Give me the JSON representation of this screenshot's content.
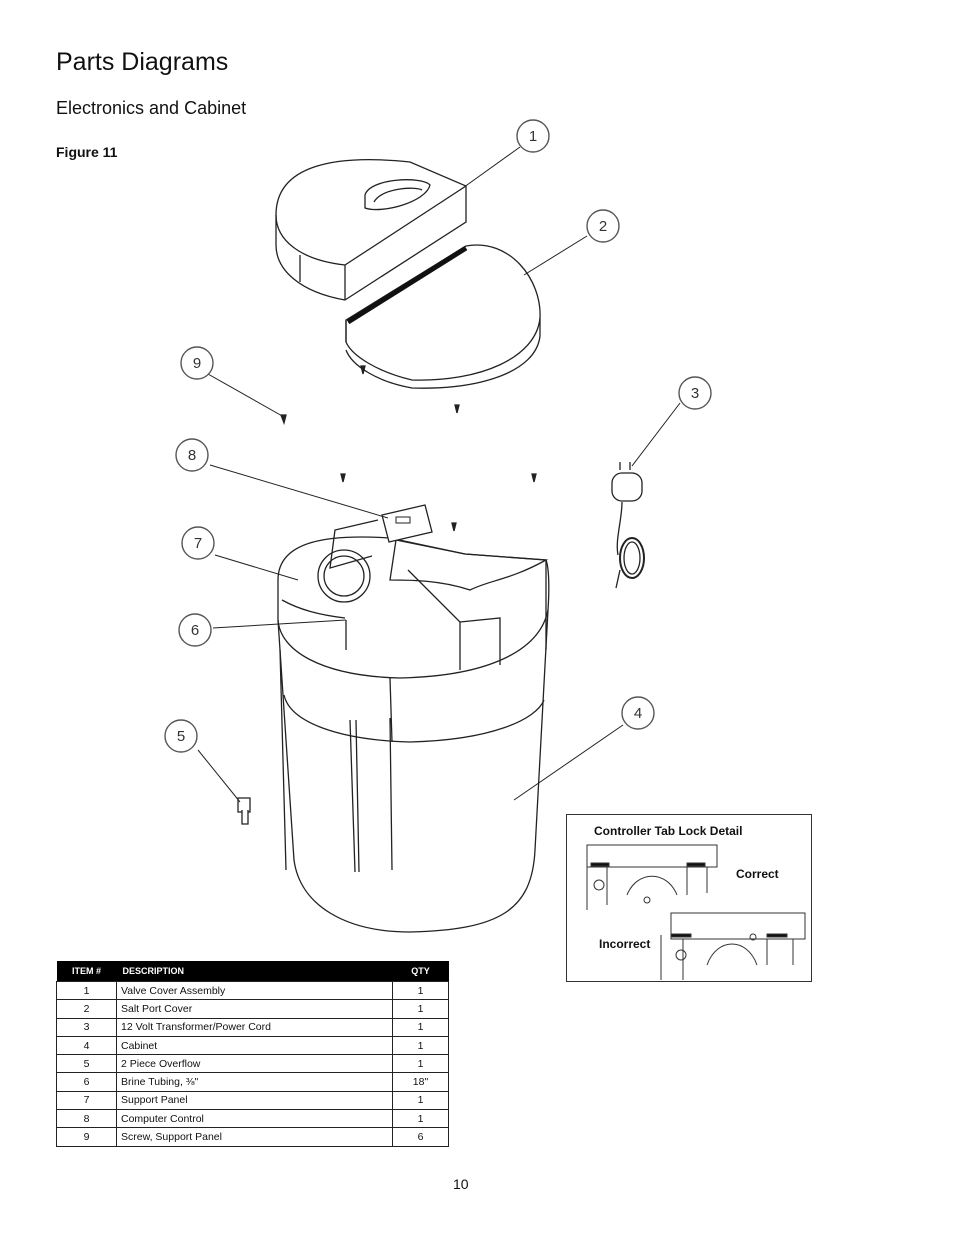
{
  "page": {
    "title": "Parts Diagrams",
    "subtitle": "Electronics and Cabinet",
    "figure_label": "Figure 11",
    "page_number": "10"
  },
  "callouts": [
    "1",
    "2",
    "3",
    "4",
    "5",
    "6",
    "7",
    "8",
    "9"
  ],
  "detail": {
    "title": "Controller Tab Lock Detail",
    "correct_label": "Correct",
    "incorrect_label": "Incorrect"
  },
  "parts_table": {
    "headers": [
      "ITEM #",
      "DESCRIPTION",
      "QTY"
    ],
    "rows": [
      {
        "item": "1",
        "description": "Valve Cover Assembly",
        "qty": "1"
      },
      {
        "item": "2",
        "description": "Salt Port Cover",
        "qty": "1"
      },
      {
        "item": "3",
        "description": "12 Volt Transformer/Power Cord",
        "qty": "1"
      },
      {
        "item": "4",
        "description": "Cabinet",
        "qty": "1"
      },
      {
        "item": "5",
        "description": "2 Piece Overflow",
        "qty": "1"
      },
      {
        "item": "6",
        "description": "Brine Tubing, ⅜\"",
        "qty": "18\""
      },
      {
        "item": "7",
        "description": "Support Panel",
        "qty": "1"
      },
      {
        "item": "8",
        "description": "Computer Control",
        "qty": "1"
      },
      {
        "item": "9",
        "description": "Screw, Support Panel",
        "qty": "6"
      }
    ]
  }
}
